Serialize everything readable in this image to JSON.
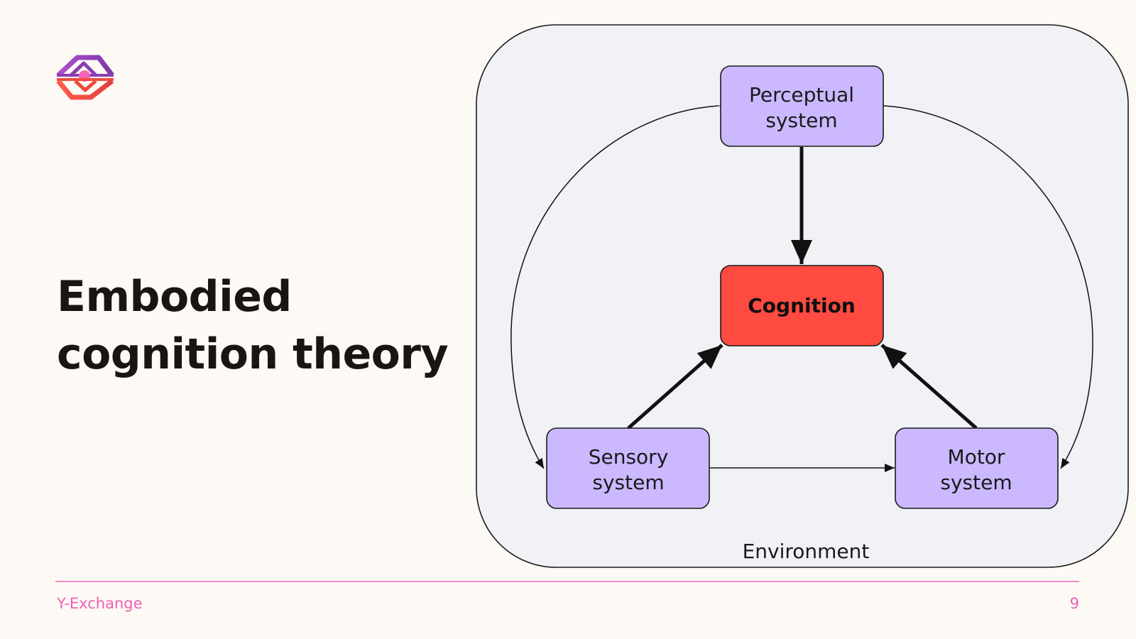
{
  "slide": {
    "title_line1": "Embodied",
    "title_line2": "cognition theory",
    "brand": "Y-Exchange",
    "page_number": "9"
  },
  "diagram": {
    "environment_label": "Environment",
    "nodes": {
      "perceptual": [
        "Perceptual",
        "system"
      ],
      "cognition": "Cognition",
      "sensory": [
        "Sensory",
        "system"
      ],
      "motor": [
        "Motor",
        "system"
      ]
    },
    "colors": {
      "system_fill": "#cbb8ff",
      "cognition_fill": "#ff4a42",
      "environment_fill": "#f0f2f6",
      "accent_pink": "#ef5fb6",
      "accent_purple": "#8a3fb1",
      "accent_red": "#f04a3e"
    }
  }
}
